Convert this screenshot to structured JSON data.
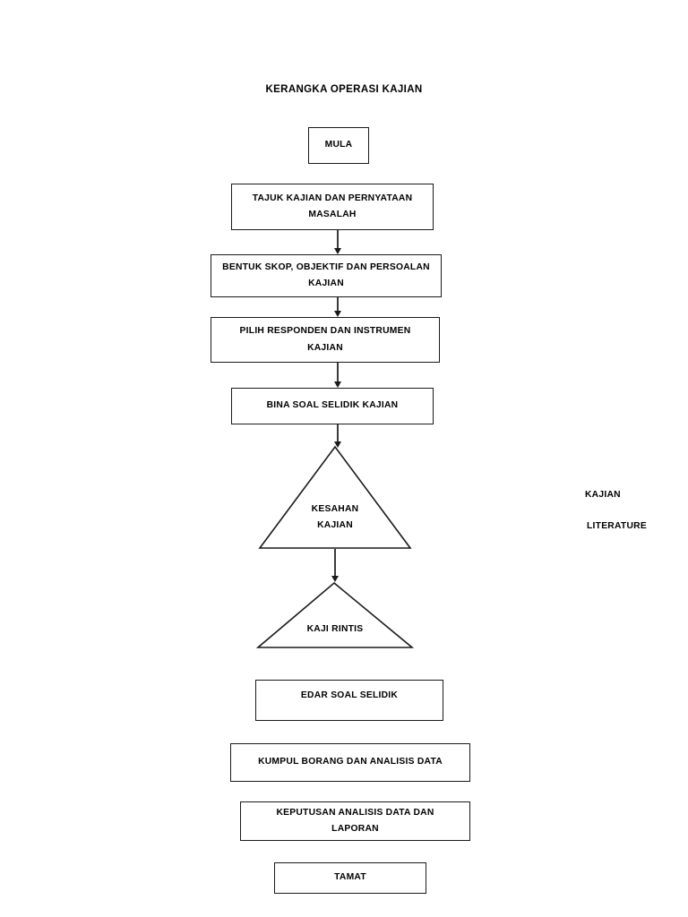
{
  "diagram": {
    "title": "KERANGKA OPERASI KAJIAN",
    "type": "flowchart",
    "orientation": "top-to-bottom",
    "nodes": [
      {
        "id": "mula",
        "label": "MULA",
        "shape": "rectangle"
      },
      {
        "id": "tajuk",
        "label": "TAJUK KAJIAN DAN PERNYATAAN MASALAH",
        "shape": "rectangle"
      },
      {
        "id": "bentuk",
        "label": "BENTUK SKOP, OBJEKTIF DAN PERSOALAN KAJIAN",
        "shape": "rectangle"
      },
      {
        "id": "pilih",
        "label": "PILIH RESPONDEN DAN INSTRUMEN KAJIAN",
        "shape": "rectangle"
      },
      {
        "id": "bina",
        "label": "BINA SOAL SELIDIK KAJIAN",
        "shape": "rectangle"
      },
      {
        "id": "kesahan",
        "label": "KESAHAN KAJIAN",
        "shape": "triangle"
      },
      {
        "id": "kaji-rintis",
        "label": "KAJI RINTIS",
        "shape": "triangle"
      },
      {
        "id": "edar",
        "label": "EDAR SOAL SELIDIK",
        "shape": "rectangle"
      },
      {
        "id": "kumpul",
        "label": "KUMPUL BORANG DAN ANALISIS DATA",
        "shape": "rectangle"
      },
      {
        "id": "keputusan",
        "label": "KEPUTUSAN ANALISIS DATA DAN LAPORAN",
        "shape": "rectangle"
      },
      {
        "id": "tamat",
        "label": "TAMAT",
        "shape": "rectangle"
      }
    ],
    "node_labels": {
      "mula": "MULA",
      "tajuk_line1": "TAJUK KAJIAN DAN PERNYATAAN",
      "tajuk_line2": "MASALAH",
      "bentuk_line1": "BENTUK SKOP, OBJEKTIF DAN PERSOALAN",
      "bentuk_line2": "KAJIAN",
      "pilih_line1": "PILIH RESPONDEN DAN INSTRUMEN",
      "pilih_line2": "KAJIAN",
      "bina": "BINA SOAL SELIDIK KAJIAN",
      "kesahan_line1": "KESAHAN",
      "kesahan_line2": "KAJIAN",
      "kaji_rintis": "KAJI RINTIS",
      "edar": "EDAR SOAL SELIDIK",
      "kumpul": "KUMPUL BORANG DAN ANALISIS DATA",
      "keputusan_line1": "KEPUTUSAN ANALISIS DATA DAN",
      "keputusan_line2": "LAPORAN",
      "tamat": "TAMAT"
    },
    "side_annotations": {
      "kajian": "KAJIAN",
      "literature": "LITERATURE"
    },
    "colors": {
      "stroke": "#1a1a1a",
      "connector": "#3b3b3b",
      "fill": "#ffffff",
      "text": "#000000"
    }
  }
}
